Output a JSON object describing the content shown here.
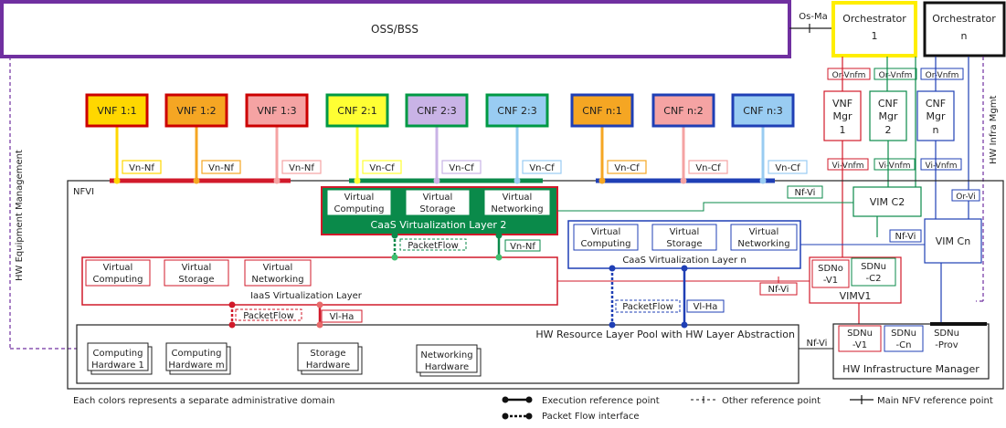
{
  "oss_bss": "OSS/BSS",
  "os_ma": "Os-Ma",
  "orchestrator_1": [
    "Orchestrator",
    "1"
  ],
  "orchestrator_n": [
    "Orchestrator",
    "n"
  ],
  "vnfs": [
    {
      "label": "VNF 1:1",
      "fill": "#ffd700",
      "stroke": "#cc0000"
    },
    {
      "label": "VNF 1:2",
      "fill": "#f5a623",
      "stroke": "#cc0000"
    },
    {
      "label": "VNF 1:3",
      "fill": "#f5a3a3",
      "stroke": "#cc0000"
    },
    {
      "label": "CNF 2:1",
      "fill": "#ffff33",
      "stroke": "#009944"
    },
    {
      "label": "CNF 2:3",
      "fill": "#c9b3e6",
      "stroke": "#009944"
    },
    {
      "label": "CNF 2:3",
      "fill": "#99ccf2",
      "stroke": "#009944"
    },
    {
      "label": "CNF n:1",
      "fill": "#f5a623",
      "stroke": "#1f3fb5"
    },
    {
      "label": "CNF n:2",
      "fill": "#f5a3a3",
      "stroke": "#1f3fb5"
    },
    {
      "label": "CNF n:3",
      "fill": "#99ccf2",
      "stroke": "#1f3fb5"
    }
  ],
  "vn_labels": [
    "Vn-Nf",
    "Vn-Nf",
    "Vn-Nf",
    "Vn-Cf",
    "Vn-Cf",
    "Vn-Cf",
    "Vn-Cf",
    "Vn-Cf",
    "Vn-Cf"
  ],
  "nfvi": "NFVI",
  "caas2": {
    "items": [
      [
        "Virtual",
        "Computing"
      ],
      [
        "Virtual",
        "Storage"
      ],
      [
        "Virtual",
        "Networking"
      ]
    ],
    "title": "CaaS Virtualization Layer 2"
  },
  "caasn": {
    "items": [
      [
        "Virtual",
        "Computing"
      ],
      [
        "Virtual",
        "Storage"
      ],
      [
        "Virtual",
        "Networking"
      ]
    ],
    "title": "CaaS Virtualization Layer n"
  },
  "iaas": {
    "items": [
      [
        "Virtual",
        "Computing"
      ],
      [
        "Virtual",
        "Storage"
      ],
      [
        "Virtual",
        "Networking"
      ]
    ],
    "title": "IaaS Virtualization Layer"
  },
  "packet_flow": "PacketFlow",
  "vn_nf": "Vn-Nf",
  "vl_ha": "Vl-Ha",
  "nf_vi": "Nf-Vi",
  "or_vi": "Or-Vi",
  "vi_vnfm": "Vi-Vnfm",
  "or_vnfm": "Or-Vnfm",
  "hw_pool": "HW Resource Layer Pool with HW Layer Abstraction",
  "hardware": [
    [
      "Computing",
      "Hardware 1"
    ],
    [
      "Computing",
      "Hardware m"
    ],
    [
      "Storage",
      "Hardware"
    ],
    [
      "Networking",
      "Hardware"
    ]
  ],
  "managers": [
    [
      "VNF",
      "Mgr",
      "1"
    ],
    [
      "CNF",
      "Mgr",
      "2"
    ],
    [
      "CNF",
      "Mgr",
      "n"
    ]
  ],
  "vim_c2": "VIM C2",
  "vim_cn": "VIM Cn",
  "vimv1": "VIMV1",
  "sdno_v1": [
    "SDNo",
    "-V1"
  ],
  "sdnu_c2": [
    "SDNu",
    "-C2"
  ],
  "sdnu_v1": [
    "SDNu",
    "-V1"
  ],
  "sdnu_cn": [
    "SDNu",
    "-Cn"
  ],
  "sdnu_prov": [
    "SDNu",
    "-Prov"
  ],
  "hw_infra_manager": "HW Infrastructure Manager",
  "hw_infra_mgmt": "HW Infra Mgmt",
  "hw_equipment_mgmt": "HW Equipment Management",
  "legend": {
    "domains": "Each colors represents a separate administrative domain",
    "execution": "Execution reference point",
    "packet_flow": "Packet Flow interface",
    "other": "Other reference point",
    "main": "Main NFV reference point"
  },
  "colors": {
    "red": "#d11a2a",
    "green": "#0a8a4a",
    "blue": "#1f3fb5",
    "purple": "#7030a0",
    "yellow": "#ffee00"
  }
}
